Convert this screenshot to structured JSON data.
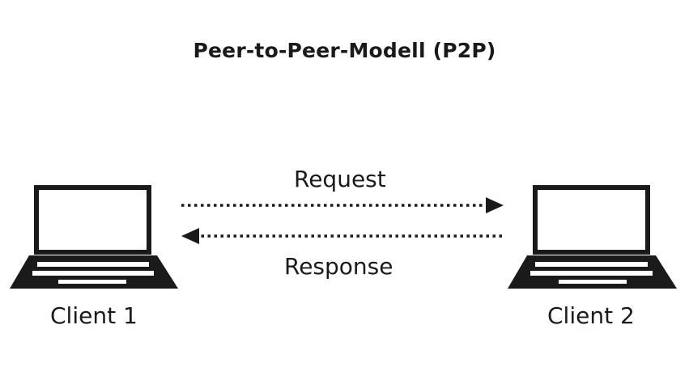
{
  "title": "Peer-to-Peer-Modell (P2P)",
  "nodes": [
    {
      "id": "client-1",
      "label": "Client 1",
      "icon": "laptop-icon"
    },
    {
      "id": "client-2",
      "label": "Client 2",
      "icon": "laptop-icon"
    }
  ],
  "edges": [
    {
      "from": "client-1",
      "to": "client-2",
      "label": "Request",
      "style": "dotted"
    },
    {
      "from": "client-2",
      "to": "client-1",
      "label": "Response",
      "style": "dotted"
    }
  ],
  "colors": {
    "stroke": "#1a1a1a",
    "background": "#ffffff"
  }
}
